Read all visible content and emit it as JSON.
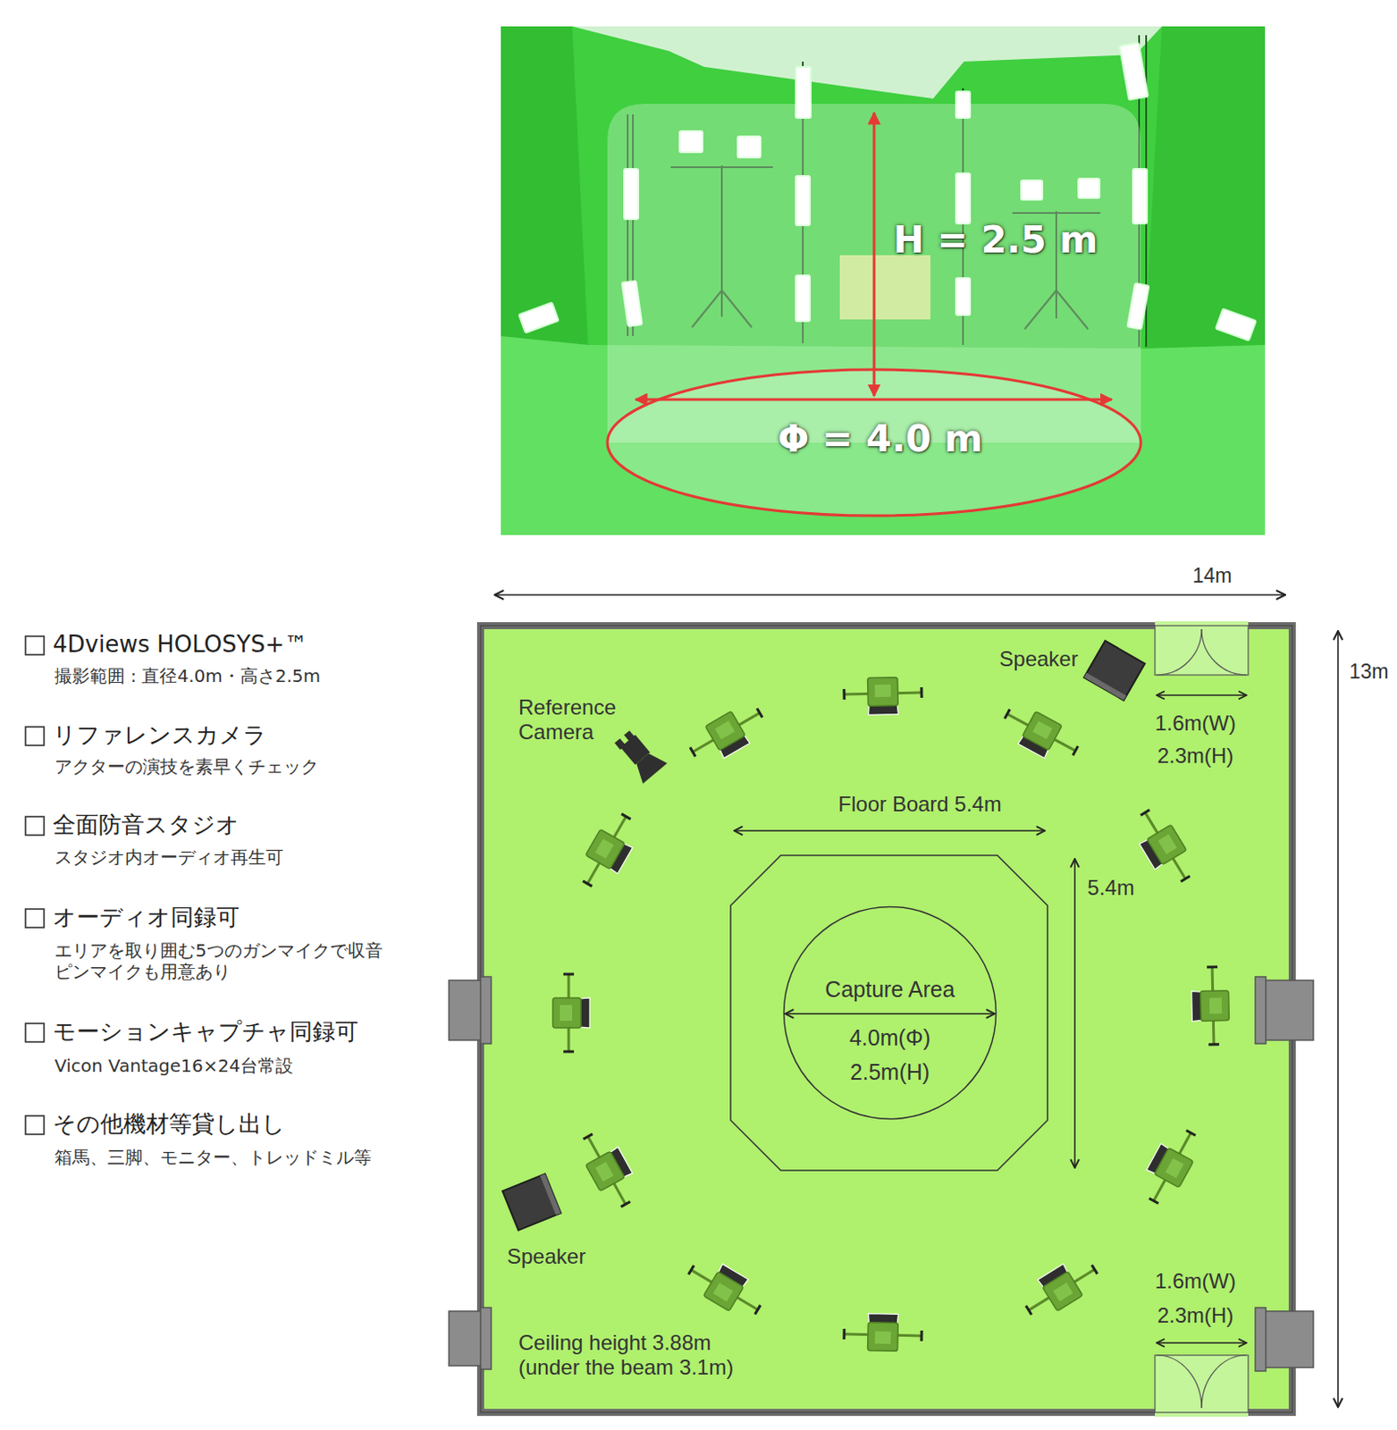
{
  "diagram": {
    "nodes": [
      {
        "text": [
          "Capture Area",
          "4.0m(Φ)",
          "2.5m(H)"
        ]
      }
    ],
    "labels": [
      "H = 2.5 m",
      "Φ = 4.0 m",
      "4Dviews HOLOSYS+™",
      "撮影範囲 : 直径4.0m・高さ2.5m",
      "リファレンスカメラ",
      "アクターの演技を素早くチェック",
      "全面防音スタジオ",
      "スタジオ内オーディオ再生可",
      "オーディオ同録可",
      "エリアを取り囲む5つのガンマイクで収音 ピンマイクも用意あり",
      "モーションキャプチャ同録可",
      "Vicon Vantage16×24台常設",
      "その他機材等貸し出し",
      "箱馬、三脚、モニター、トレッドミル等",
      "14m",
      "13m",
      "Speaker",
      "1.6m(W)",
      "2.3m(H)",
      "Reference Camera",
      "Floor Board 5.4m",
      "5.4m",
      "Speaker",
      "1.6m(W)",
      "2.3m(H)",
      "Ceiling height 3.88m (under the beam 3.1m)"
    ]
  }
}
